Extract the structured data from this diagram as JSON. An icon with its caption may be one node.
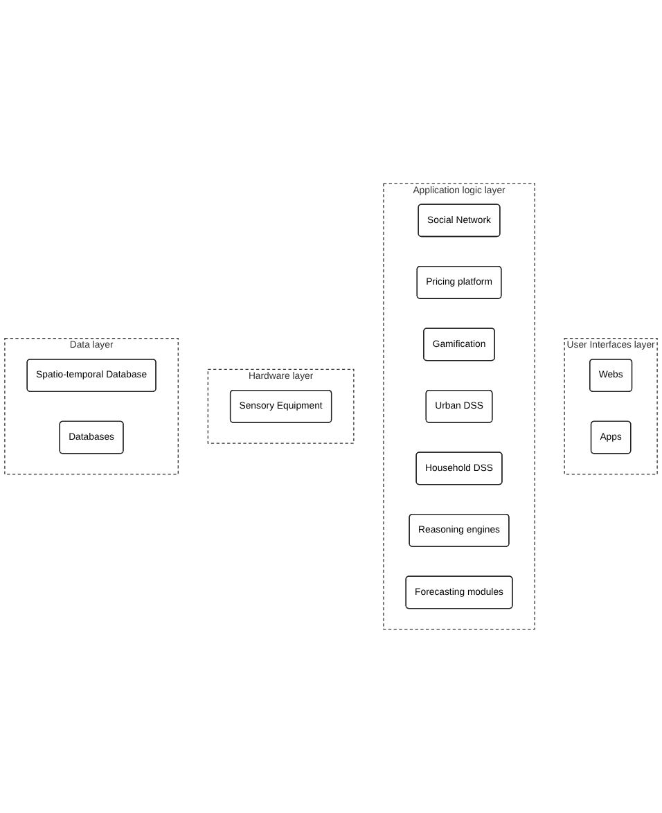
{
  "diagram": {
    "nodes": [
      {
        "text": [
          "User Interfaces layer"
        ]
      },
      {
        "text": [
          "Webs"
        ],
        "in": 0
      },
      {
        "text": [
          "Apps"
        ],
        "in": 0
      },
      {
        "text": [
          "Application logic layer"
        ]
      },
      {
        "text": [
          "Social Network"
        ],
        "in": 3
      },
      {
        "text": [
          "Pricing platform"
        ],
        "in": 3
      },
      {
        "text": [
          "Gamification"
        ],
        "in": 3
      },
      {
        "text": [
          "Urban DSS"
        ],
        "in": 3
      },
      {
        "text": [
          "Household DSS"
        ],
        "in": 3
      },
      {
        "text": [
          "Reasoning engines"
        ],
        "in": 3
      },
      {
        "text": [
          "Forecasting modules"
        ],
        "in": 3
      },
      {
        "text": [
          "Hardware layer"
        ]
      },
      {
        "text": [
          "Sensory Equipment"
        ],
        "in": 11
      },
      {
        "text": [
          "Data layer"
        ]
      },
      {
        "text": [
          "Spatio-temporal Database"
        ],
        "in": 13
      },
      {
        "text": [
          "Databases"
        ],
        "in": 13
      }
    ]
  }
}
